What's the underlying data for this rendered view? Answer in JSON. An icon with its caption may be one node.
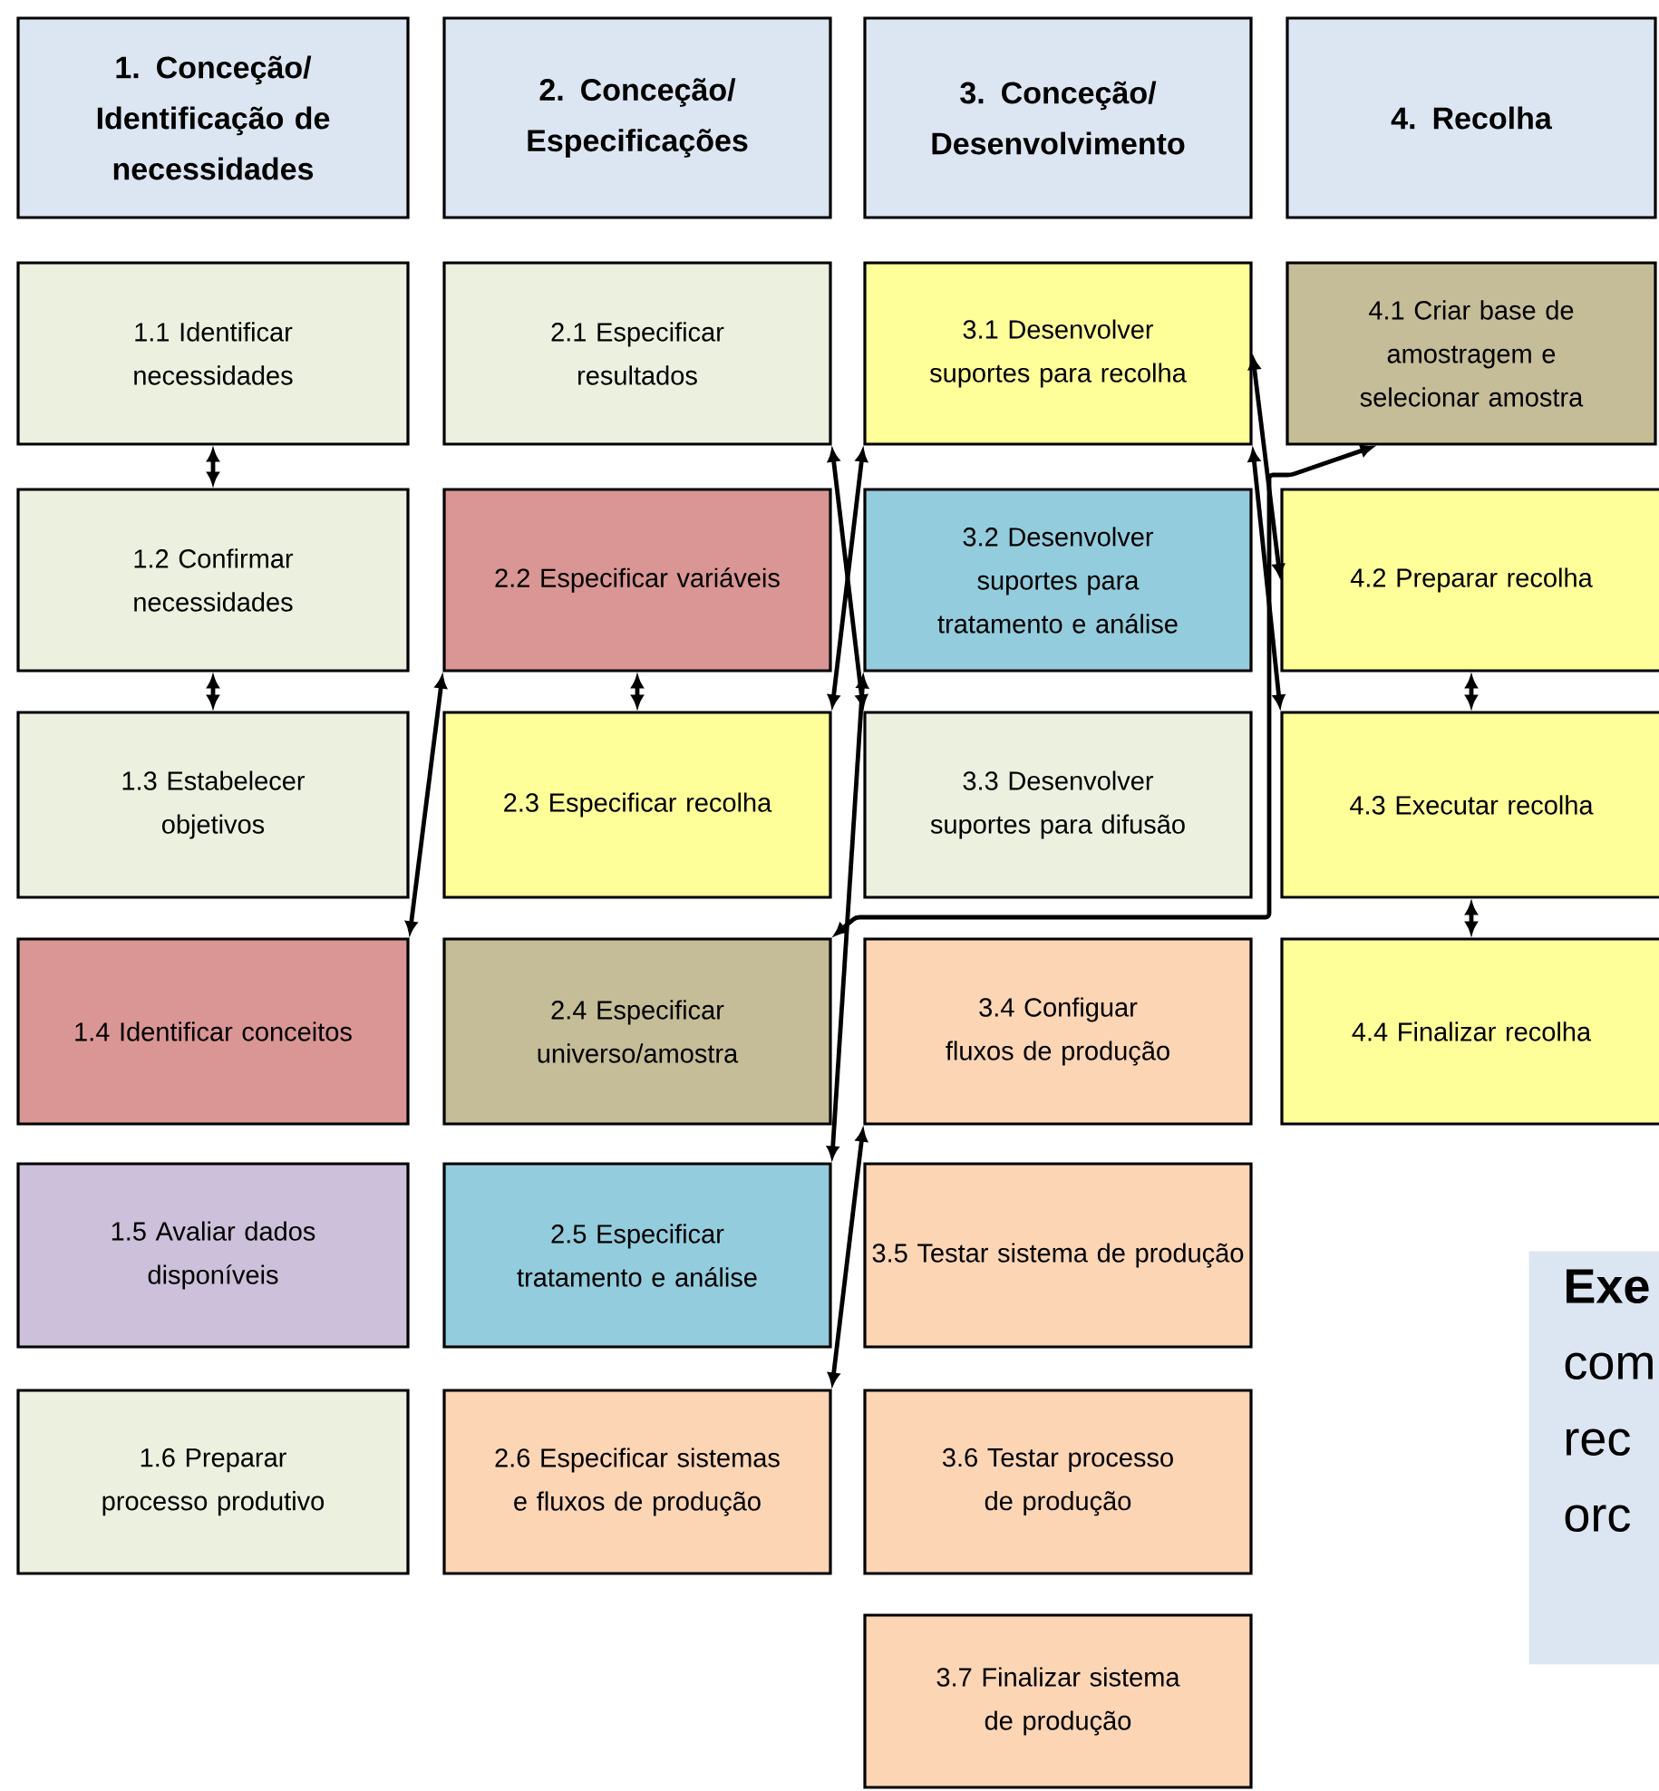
{
  "diagram": {
    "nodes": [
      {
        "text": [
          "1. Conceção/ Identificação de necessidades"
        ]
      },
      {
        "text": [
          "2. Conceção/ Especificações"
        ]
      },
      {
        "text": [
          "3. Conceção/ Desenvolvimento"
        ]
      },
      {
        "text": [
          "4. Recolha"
        ]
      },
      {
        "text": [
          "1.1 Identificar necessidades"
        ]
      },
      {
        "text": [
          "1.2 Confirmar necessidades"
        ]
      },
      {
        "text": [
          "1.3 Estabelecer objetivos"
        ]
      },
      {
        "text": [
          "1.4 Identificar conceitos"
        ]
      },
      {
        "text": [
          "1.5 Avaliar dados disponíveis"
        ]
      },
      {
        "text": [
          "1.6 Preparar processo produtivo"
        ]
      },
      {
        "text": [
          "2.1 Especificar resultados"
        ]
      },
      {
        "text": [
          "2.2 Especificar variáveis"
        ]
      },
      {
        "text": [
          "2.3 Especificar  recolha"
        ]
      },
      {
        "text": [
          "2.4  Especificar universo/amostra"
        ]
      },
      {
        "text": [
          "2.5 Especificar tratamento e análise"
        ]
      },
      {
        "text": [
          "2.6 Especificar sistemas e fluxos de produção"
        ]
      },
      {
        "text": [
          "3.1 Desenvolver suportes para recolha"
        ]
      },
      {
        "text": [
          "3.2 Desenvolver suportes para tratamento e análise"
        ]
      },
      {
        "text": [
          "3.3 Desenvolver suportes para difusão"
        ]
      },
      {
        "text": [
          "3.4 Configuar fluxos de produção"
        ]
      },
      {
        "text": [
          "3.5 Testar sistema de produção"
        ]
      },
      {
        "text": [
          "3.6 Testar processo de produção"
        ]
      },
      {
        "text": [
          "3.7 Finalizar sistema de produção"
        ]
      },
      {
        "text": [
          "4.1 Criar  base de amostragem e selecionar  amostra"
        ]
      },
      {
        "text": [
          "4.2 Preparar recolha"
        ]
      },
      {
        "text": [
          "4.3 Executar recolha"
        ]
      },
      {
        "text": [
          "4.4 Finalizar recolha"
        ]
      },
      {
        "text": [
          "Exe",
          "com rec orc"
        ]
      }
    ],
    "edges": [
      {
        "from": 4,
        "to": 5,
        "arrow": "both"
      },
      {
        "from": 5,
        "to": 6,
        "arrow": "both"
      },
      {
        "from": 7,
        "to": 11,
        "arrow": "both"
      },
      {
        "from": 11,
        "to": 12,
        "arrow": "both"
      },
      {
        "from": 12,
        "to": 16,
        "arrow": "both"
      },
      {
        "from": 10,
        "to": 18,
        "arrow": "both"
      },
      {
        "from": 13,
        "to": 23,
        "arrow": "both"
      },
      {
        "from": 17,
        "to": 14,
        "arrow": "both"
      },
      {
        "from": 19,
        "to": 15,
        "arrow": "both"
      },
      {
        "from": 16,
        "to": 25,
        "arrow": "both"
      },
      {
        "from": 16,
        "to": 24,
        "arrow": "both"
      },
      {
        "from": 24,
        "to": 25,
        "arrow": "both"
      },
      {
        "from": 25,
        "to": 26,
        "arrow": "both"
      }
    ]
  }
}
